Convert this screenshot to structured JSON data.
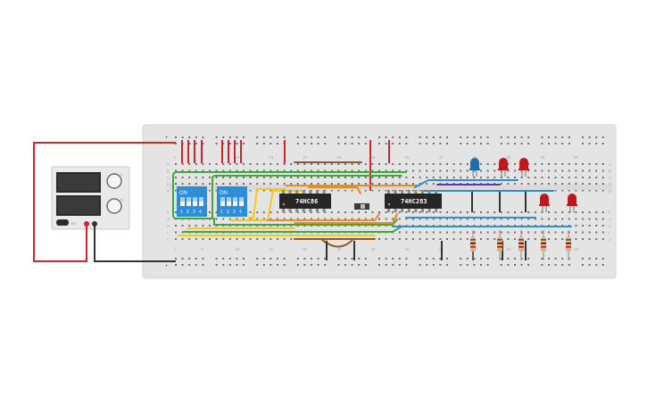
{
  "breadboard": {
    "column_numbers": [
      "1",
      "5",
      "10",
      "15",
      "20",
      "25",
      "30",
      "35",
      "40",
      "45",
      "50",
      "55",
      "60"
    ],
    "row_letters_top": [
      "A",
      "B",
      "C",
      "D",
      "E"
    ],
    "row_letters_bottom": [
      "F",
      "G",
      "H",
      "I",
      "J"
    ],
    "rail_plus": "+",
    "rail_minus": "−"
  },
  "chips": [
    {
      "label": "74HC86"
    },
    {
      "label": "74HC283"
    }
  ],
  "dip_switches": [
    {
      "on_label": "ON",
      "numbers": [
        "1",
        "2",
        "3",
        "4"
      ]
    },
    {
      "on_label": "ON",
      "numbers": [
        "1",
        "2",
        "3",
        "4"
      ]
    }
  ],
  "power_supply": {
    "labels": [
      "V",
      "A",
      "ON"
    ]
  },
  "colors": {
    "board": "#e4e4e4",
    "red_wire": "#d2242c",
    "black_wire": "#333333",
    "green_wire": "#3ea83e",
    "yellow_wire": "#f2c81e",
    "orange_wire": "#ef8a1e",
    "blue_wire": "#2a8fd6",
    "purple_wire": "#5a3aa8",
    "brown_wire": "#8a5a2a",
    "dip_blue": "#2c8ed8",
    "led_red": "#c0161c",
    "led_blue": "#1f6fae",
    "chip_black": "#262626"
  },
  "icons": [
    "power-supply-icon",
    "dip-switch-icon",
    "chip-icon",
    "led-icon",
    "resistor-icon"
  ]
}
